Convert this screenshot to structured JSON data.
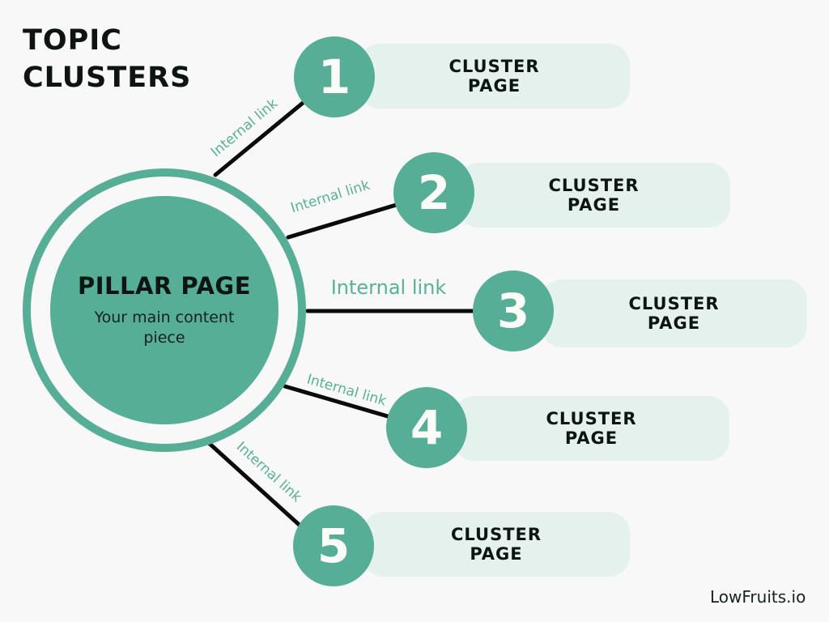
{
  "title": {
    "line1": "TOPIC",
    "line2": "CLUSTERS"
  },
  "pillar": {
    "heading": "PILLAR PAGE",
    "subheading": "Your main content piece"
  },
  "clusters": [
    {
      "number": "1",
      "label_line1": "CLUSTER",
      "label_line2": "PAGE",
      "link_label": "Internal link"
    },
    {
      "number": "2",
      "label_line1": "CLUSTER",
      "label_line2": "PAGE",
      "link_label": "Internal link"
    },
    {
      "number": "3",
      "label_line1": "CLUSTER",
      "label_line2": "PAGE",
      "link_label": "Internal link"
    },
    {
      "number": "4",
      "label_line1": "CLUSTER",
      "label_line2": "PAGE",
      "link_label": "Internal link"
    },
    {
      "number": "5",
      "label_line1": "CLUSTER",
      "label_line2": "PAGE",
      "link_label": "Internal link"
    }
  ],
  "footer": {
    "brand": "LowFruits.io"
  },
  "colors": {
    "teal": "#55ae95",
    "teal_label": "#57b198",
    "pill_background": "#e4f1ed",
    "page_background": "#f7f8f7",
    "line": "#0b0b0b",
    "text": "#0d1412",
    "number_text": "#fbfbf8"
  }
}
